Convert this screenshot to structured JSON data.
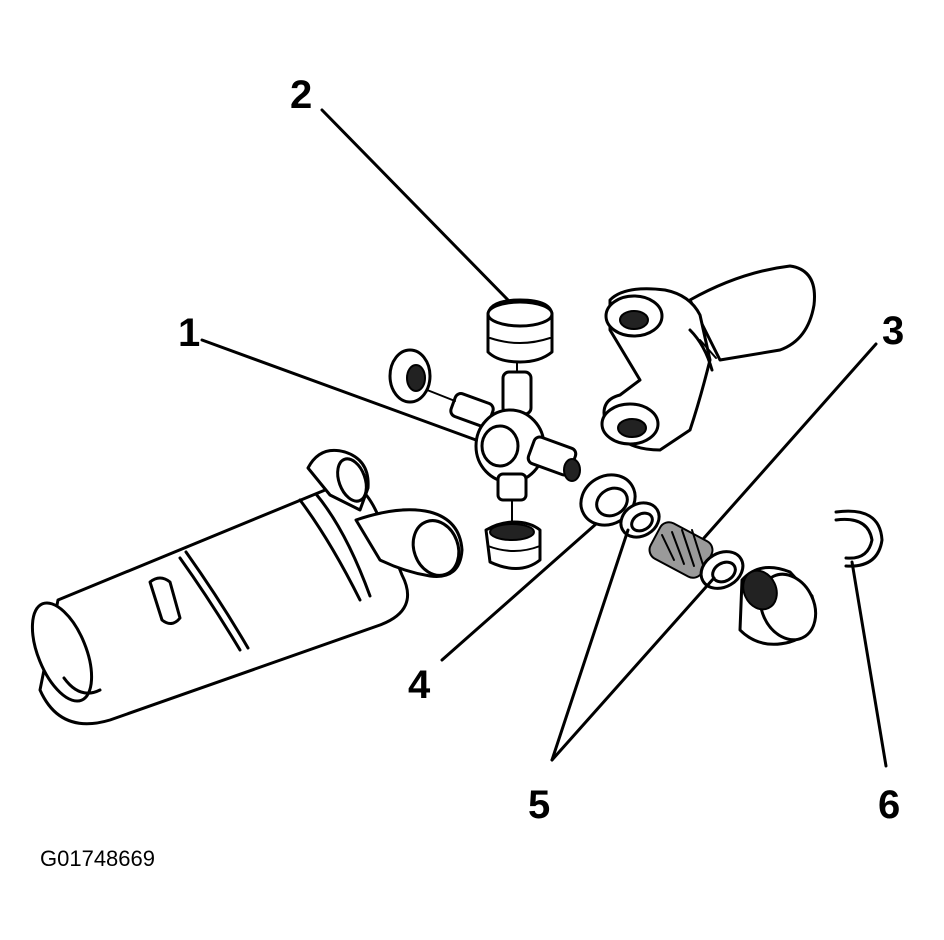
{
  "callouts": {
    "c1": "1",
    "c2": "2",
    "c3": "3",
    "c4": "4",
    "c5": "5",
    "c6": "6"
  },
  "figure_id": "G01748669"
}
